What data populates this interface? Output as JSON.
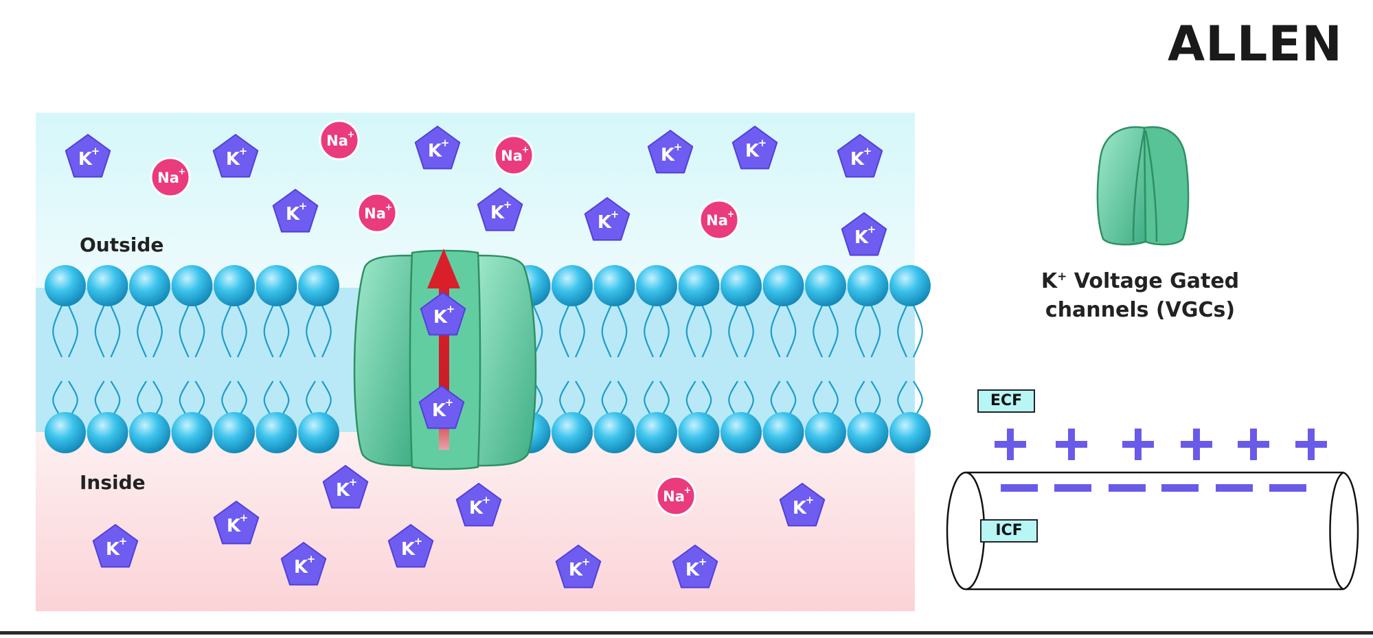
{
  "logo": {
    "text": "ALLEN"
  },
  "labels": {
    "outside": "Outside",
    "inside": "Inside"
  },
  "legend": {
    "channel_title_line1": "Voltage Gated",
    "channel_title_line2": "channels (VGCs)"
  },
  "ions": {
    "k": "K",
    "na": "Na",
    "charge": "+"
  },
  "cable": {
    "ecf": "ECF",
    "icf": "ICF"
  },
  "colors": {
    "k_ion": "#6f5cf0",
    "na_ion": "#e93b7d",
    "channel": "#52c49a",
    "arrow": "#d91f2a",
    "membrane_head": "#1fa9d6",
    "charges": "#6a5ae8",
    "outside_bg": "#c9f3f8",
    "inside_bg": "#fbd4d8"
  }
}
